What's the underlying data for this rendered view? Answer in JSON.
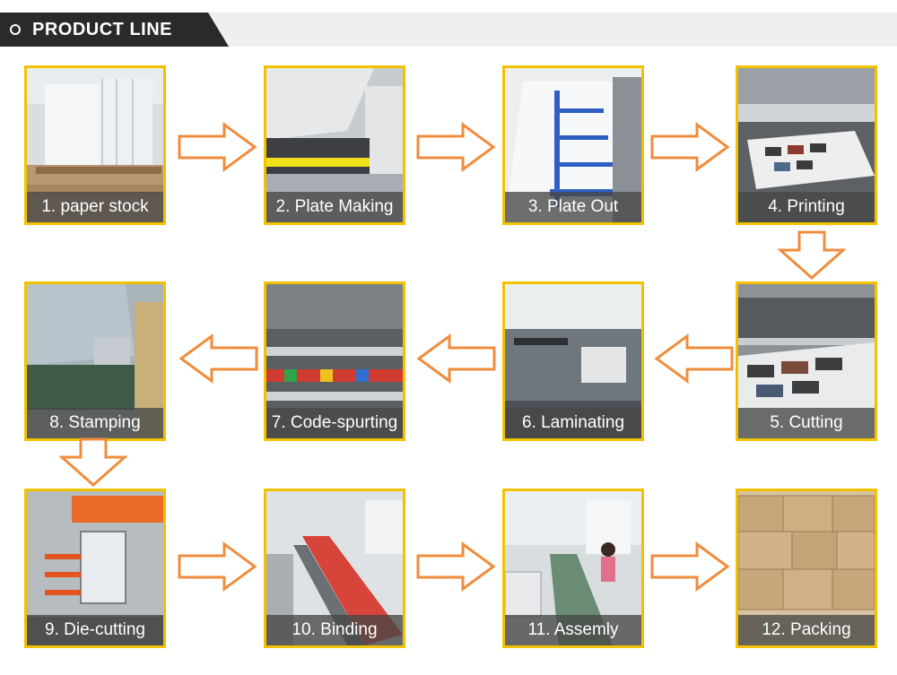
{
  "header": {
    "title": "PRODUCT LINE",
    "icon": "ring-icon"
  },
  "colors": {
    "border": "#f2c200",
    "arrow": "#f08c3c",
    "dark": "#2a2a2a",
    "header_bar": "#efefef"
  },
  "steps": [
    {
      "label": "1. paper stock"
    },
    {
      "label": "2. Plate Making"
    },
    {
      "label": "3. Plate Out"
    },
    {
      "label": "4. Printing"
    },
    {
      "label": "5. Cutting"
    },
    {
      "label": "6. Laminating"
    },
    {
      "label": "7. Code-spurting"
    },
    {
      "label": "8. Stamping"
    },
    {
      "label": "9. Die-cutting"
    },
    {
      "label": "10. Binding"
    },
    {
      "label": "11. Assemly"
    },
    {
      "label": "12. Packing"
    }
  ]
}
